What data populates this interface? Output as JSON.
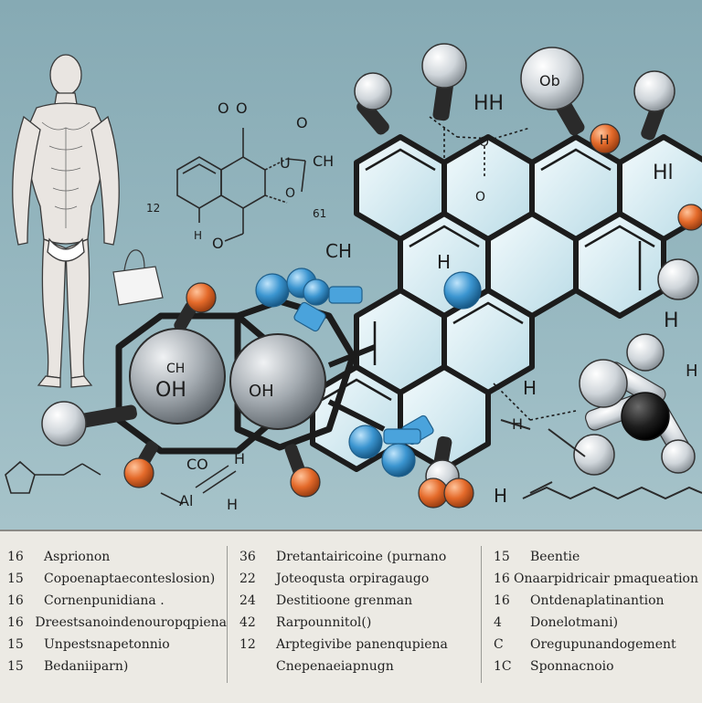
{
  "structure_labels": {
    "top_o": "O",
    "top_o_o": "O",
    "top_u": "U",
    "top_ch": "CH",
    "left_12": "12",
    "left_h": "H",
    "bottom_os": "O",
    "bottom_61": "61",
    "ch_mid": "CH",
    "h_upper": "H",
    "oh_sphere1_top": "CH",
    "oh_sphere1": "OH",
    "oh_sphere2": "OH",
    "co": "CO",
    "h_low": "H",
    "al": "Al",
    "h_low2": "H",
    "ob": "Ob",
    "h_orange": "H",
    "hh_top": "HH",
    "hh_right": "Hl",
    "h2_right": "H",
    "h2_mid": "H",
    "h_right2": "H",
    "h_bottom": "H",
    "o_chain": "O"
  },
  "legend": {
    "columns": [
      {
        "rows": [
          {
            "num": "16",
            "text": "Asprionon"
          },
          {
            "num": "15",
            "text": "Copoenaptaeconteslosion)"
          },
          {
            "num": "16",
            "text": "Cornenpunidiana ."
          },
          {
            "num": "16",
            "text": "Dreestsanoindenouropqpiena"
          },
          {
            "num": "15",
            "text": "Unpestsnapetonnio"
          },
          {
            "num": "15",
            "text": "Bedaniiparn)"
          }
        ]
      },
      {
        "rows": [
          {
            "num": "36",
            "text": "Dretantairicoine (purnano"
          },
          {
            "num": "22",
            "text": "Joteoqusta  orpiragaugo"
          },
          {
            "num": "24",
            "text": "Destitioone grenman"
          },
          {
            "num": "42",
            "text": "Rarpounnitol()"
          },
          {
            "num": "12",
            "text": "Arptegivibe panenqupiena"
          },
          {
            "num": "",
            "text": "Cnepenaeiapnugn"
          }
        ]
      },
      {
        "rows": [
          {
            "num": "15",
            "text": "Beentie"
          },
          {
            "num": "16",
            "text": "Onaarpidricair pmaqueation"
          },
          {
            "num": "16",
            "text": "Ontdenaplatinantion"
          },
          {
            "num": "4",
            "text": "Donelotmani)"
          },
          {
            "num": "C",
            "text": "Oregupunandogement"
          },
          {
            "num": "1C",
            "text": "Sponnacnoio"
          }
        ]
      }
    ]
  },
  "colors": {
    "bond": "#1c1c1c",
    "ring_fill": "#d8eef4",
    "atom_white": "#e6e9ec",
    "atom_orange": "#e46a2a",
    "atom_blue": "#3b95d0",
    "sphere_gray": "#8f979e",
    "carbon_black": "#1e1e1e"
  }
}
